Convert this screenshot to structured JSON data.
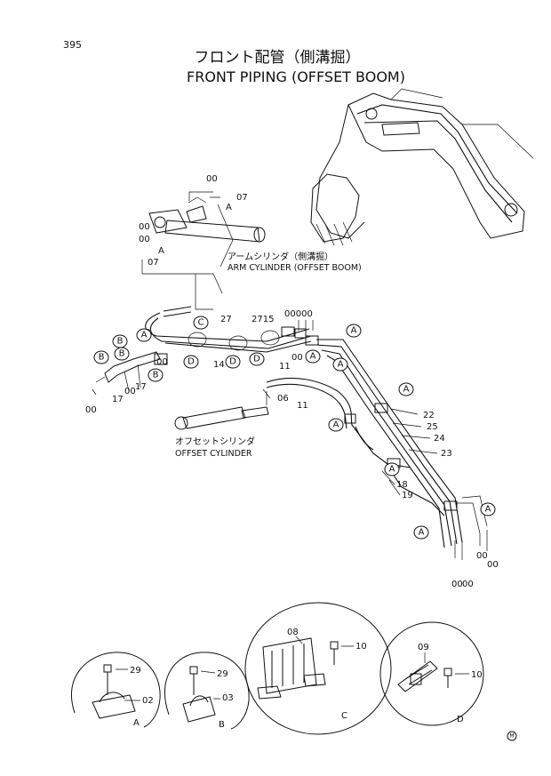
{
  "page_number": "395",
  "title_jp": "フロント配管（側溝掘）",
  "title_en": "FRONT PIPING (OFFSET BOOM)",
  "labels": {
    "arm_cylinder_jp": "アームシリンダ（側溝掘）",
    "arm_cylinder_en": "ARM CYLINDER (OFFSET BOOM)",
    "offset_cylinder_jp": "オフセットシリンダ",
    "offset_cylinder_en": "OFFSET CYLINDER"
  },
  "parts": {
    "p07a": "07",
    "p00a": "00",
    "p00b": "00",
    "p00c": "00",
    "p07b": "07",
    "p27a": "27",
    "p2715": "2715",
    "p00000": "00000",
    "p00d": "00",
    "p00e": "00",
    "p00f": "00",
    "p14": "14",
    "p17a": "17",
    "p00g": "00",
    "p17b": "17",
    "p00h": "00",
    "p11a": "11",
    "p06": "06",
    "p11b": "11",
    "p22": "22",
    "p25": "25",
    "p24": "24",
    "p23": "23",
    "p18": "18",
    "p19": "19",
    "p00i": "00",
    "p00j": "00",
    "p00k": "00",
    "p00l": "00",
    "p08": "08",
    "p10a": "10",
    "p09": "09",
    "p10b": "10",
    "p29a": "29",
    "p02": "02",
    "p29b": "29",
    "p03": "03"
  },
  "callouts": {
    "A": "A",
    "B": "B",
    "C": "C",
    "D": "D"
  },
  "detail_labels": {
    "a": "A",
    "b": "B",
    "c": "C",
    "d": "D"
  },
  "mark": "M"
}
